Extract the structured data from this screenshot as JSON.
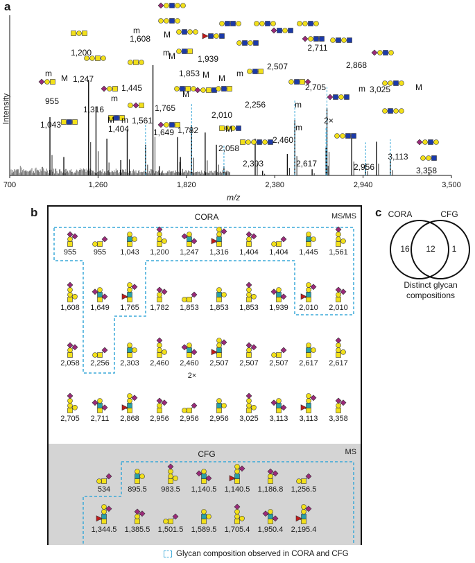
{
  "panel_a": {
    "letter": "a",
    "y_label": "Intensity",
    "x_label": "m/z",
    "x_ticks": [
      "700",
      "1,260",
      "1,820",
      "2,380",
      "2,940",
      "3,500"
    ],
    "x_range": [
      700,
      3500
    ],
    "peaks": [
      {
        "mz": 955,
        "h": 0.38,
        "label": "955"
      },
      {
        "mz": 1043,
        "h": 0.12,
        "label": "1,043"
      },
      {
        "mz": 1200,
        "h": 0.62,
        "label": "1,200"
      },
      {
        "mz": 1247,
        "h": 0.45,
        "label": "1,247"
      },
      {
        "mz": 1316,
        "h": 0.24,
        "label": "1,316"
      },
      {
        "mz": 1404,
        "h": 0.1,
        "label": "1,404"
      },
      {
        "mz": 1445,
        "h": 0.3,
        "label": "1,445"
      },
      {
        "mz": 1561,
        "h": 0.2,
        "label": "1,561"
      },
      {
        "mz": 1608,
        "h": 0.72,
        "label": "1,608"
      },
      {
        "mz": 1649,
        "h": 0.06,
        "label": "1,649"
      },
      {
        "mz": 1765,
        "h": 0.25,
        "label": "1,765"
      },
      {
        "mz": 1782,
        "h": 0.12,
        "label": "1,782"
      },
      {
        "mz": 1853,
        "h": 0.33,
        "label": "1,853"
      },
      {
        "mz": 1939,
        "h": 0.28,
        "label": "1,939"
      },
      {
        "mz": 2010,
        "h": 0.2,
        "label": "2,010"
      },
      {
        "mz": 2058,
        "h": 0.06,
        "label": "2,058"
      },
      {
        "mz": 2256,
        "h": 0.24,
        "label": "2,256"
      },
      {
        "mz": 2303,
        "h": 0.03,
        "label": "2,303"
      },
      {
        "mz": 2460,
        "h": 0.14,
        "label": "2,460"
      },
      {
        "mz": 2507,
        "h": 0.36,
        "label": "2,507"
      },
      {
        "mz": 2617,
        "h": 0.04,
        "label": "2,617"
      },
      {
        "mz": 2705,
        "h": 0.18,
        "label": "2,705"
      },
      {
        "mz": 2711,
        "h": 0.44,
        "label": "2,711"
      },
      {
        "mz": 2868,
        "h": 0.26,
        "label": "2,868"
      },
      {
        "mz": 2956,
        "h": 0.08,
        "label": "2,956"
      },
      {
        "mz": 3025,
        "h": 0.22,
        "label": "3,025"
      },
      {
        "mz": 3113,
        "h": 0.1,
        "label": "3,113"
      },
      {
        "mz": 3358,
        "h": 0.02,
        "label": "3,358"
      }
    ],
    "annotations": [
      "m",
      "M",
      "m",
      "M",
      "m",
      "M",
      "m",
      "M",
      "m",
      "M",
      "M",
      "M",
      "m",
      "M",
      "m",
      "m",
      "m",
      "M",
      "2×"
    ]
  },
  "panel_b": {
    "letter": "b",
    "cora_title": "CORA",
    "cora_tag": "MS/MS",
    "cfg_title": "CFG",
    "cfg_tag": "MS",
    "cora_rows": [
      [
        "955",
        "955",
        "1,043",
        "1,200",
        "1,247",
        "1,316",
        "1,404",
        "1,404",
        "1,445",
        "1,561"
      ],
      [
        "1,608",
        "1,649",
        "1,765",
        "1,782",
        "1,853",
        "1,853",
        "1,853",
        "1,939",
        "2,010",
        "2,010"
      ],
      [
        "2,058",
        "2,256",
        "2,303",
        "2,460",
        "2,460",
        "2,507",
        "2,507",
        "2,507",
        "2,617",
        "2,617"
      ],
      [
        "2,705",
        "2,711",
        "2,868",
        "2,956",
        "2,956",
        "2,956",
        "3,025",
        "3,113",
        "3,113",
        "3,358"
      ]
    ],
    "cfg_rows": [
      [
        "534",
        "895.5",
        "983.5",
        "1,140.5",
        "1,140.5",
        "1,186.8",
        "1,256.5"
      ],
      [
        "1,344.5",
        "1,385.5",
        "1,501.5",
        "1,589.5",
        "1,705.4",
        "1,950.4",
        "2,195.4"
      ]
    ],
    "extra_marks": [
      "2×"
    ]
  },
  "panel_c": {
    "letter": "c",
    "left_label": "CORA",
    "right_label": "CFG",
    "left_only": "16",
    "overlap": "12",
    "right_only": "1",
    "caption_line1": "Distinct glycan",
    "caption_line2": "compositions"
  },
  "legend": {
    "text": "Glycan composition observed in CORA and CFG"
  },
  "colors": {
    "galactose": "#f2e01a",
    "glcnac": "#1c3aa8",
    "glcnac_b": "#2aa0a8",
    "sialic": "#9b2a7a",
    "fucose": "#c21a1a",
    "highlight": "#39a8d8"
  }
}
